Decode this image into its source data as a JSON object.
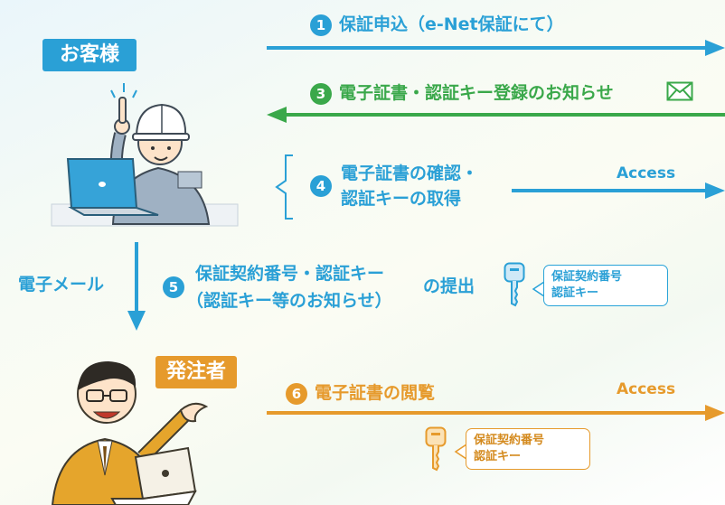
{
  "customer": {
    "label": "お客様",
    "color": "#2aa0d6"
  },
  "orderer": {
    "label": "発注者",
    "color": "#e69a2c"
  },
  "email_label": "電子メール",
  "steps": {
    "s1": {
      "num": "1",
      "text": "保証申込（e-Net保証にて）",
      "color": "#2aa0d6"
    },
    "s3": {
      "num": "3",
      "text": "電子証書・認証キー登録のお知らせ",
      "color": "#3aa84a"
    },
    "s4": {
      "num": "4",
      "line1": "電子証書の確認・",
      "line2": "認証キーの取得",
      "access": "Access",
      "color": "#2aa0d6"
    },
    "s5": {
      "num": "5",
      "line1": "保証契約番号・認証キー",
      "line2": "（認証キー等のお知らせ）",
      "suffix": "の提出",
      "color": "#2aa0d6"
    },
    "s6": {
      "num": "6",
      "text": "電子証書の閲覧",
      "access": "Access",
      "color": "#e69a2c"
    }
  },
  "keycard_blue": {
    "line1": "保証契約番号",
    "line2": "認証キー"
  },
  "keycard_orange": {
    "line1": "保証契約番号",
    "line2": "認証キー"
  },
  "icons": [
    "mail-icon",
    "key-icon",
    "customer-illustration",
    "orderer-illustration"
  ]
}
